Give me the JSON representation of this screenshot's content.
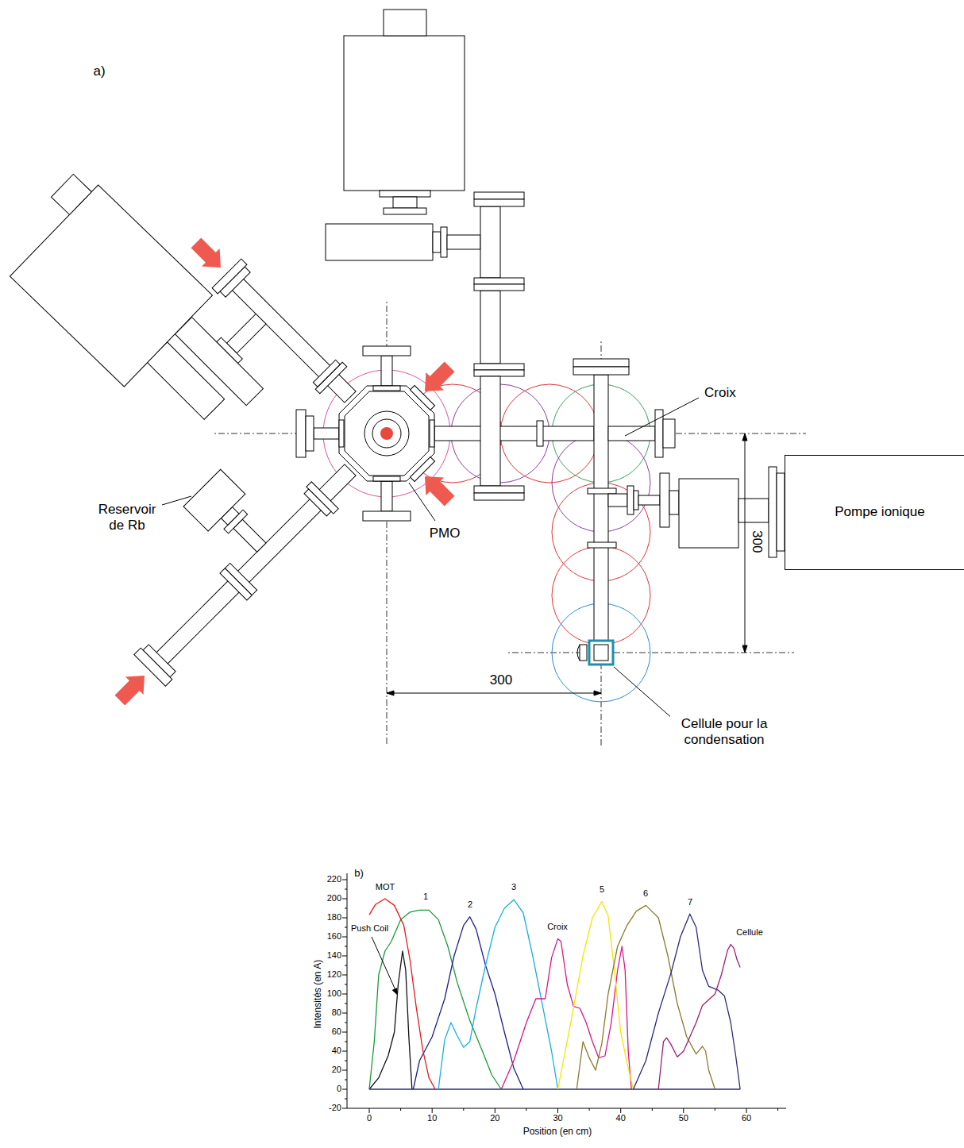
{
  "diagram": {
    "nodes": [
      {
        "text": [
          "Pompe ionique"
        ]
      }
    ],
    "labels": [
      "a)",
      "Croix",
      "Reservoir de Rb",
      "PMO",
      "300",
      "300",
      "Cellule pour la condensation",
      "b)",
      "220",
      "200",
      "180",
      "160",
      "140",
      "120",
      "100",
      "80",
      "60",
      "40",
      "20",
      "0",
      "-20",
      "0",
      "10",
      "20",
      "30",
      "40",
      "50",
      "60",
      "Intensités (en A)",
      "Position (en cm)",
      "MOT",
      "1",
      "2",
      "3",
      "Croix",
      "5",
      "6",
      "7",
      "Cellule",
      "Push Coil"
    ]
  }
}
